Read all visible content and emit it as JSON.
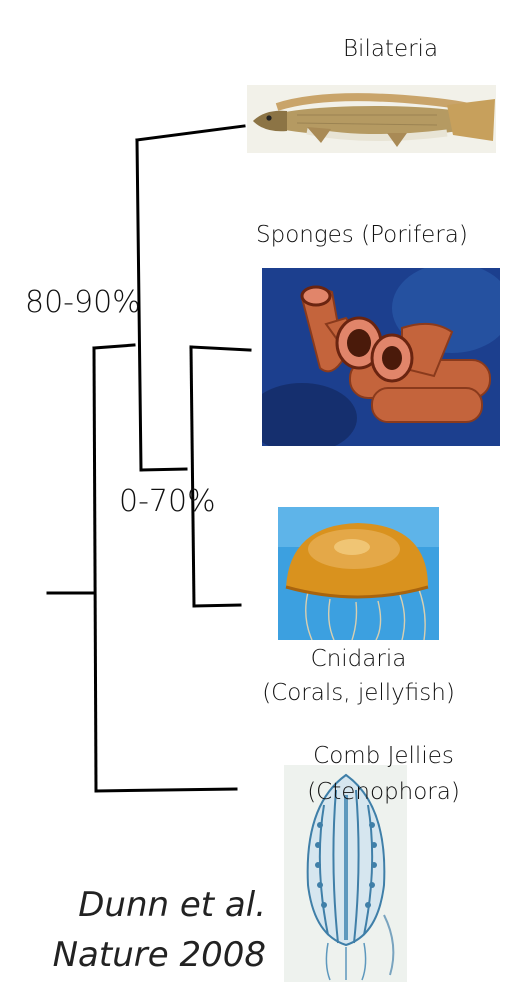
{
  "taxa": {
    "bilateria": "Bilateria",
    "sponges": "Sponges (Porifera)",
    "cnidaria_line1": "Cnidaria",
    "cnidaria_line2": "(Corals, jellyfish)",
    "comb_line1": "Comb Jellies",
    "comb_line2": "(Ctenophora)"
  },
  "support": {
    "outer": "80-90%",
    "inner": "0-70%"
  },
  "citation": {
    "line1": "Dunn et al.",
    "line2": "Nature 2008"
  },
  "images": {
    "bilateria": "fish-illustration",
    "sponges": "tube-sponge-photo",
    "cnidaria": "jellyfish-photo",
    "ctenophora": "comb-jelly-illustration"
  },
  "colors": {
    "tree_lines": "#000000",
    "sponge_body": "#c4643c",
    "sponge_water": "#1c3f8e",
    "jelly_bell": "#d9921e",
    "jelly_water": "#3ca0e0",
    "comb_ink": "#3f7fa8"
  }
}
